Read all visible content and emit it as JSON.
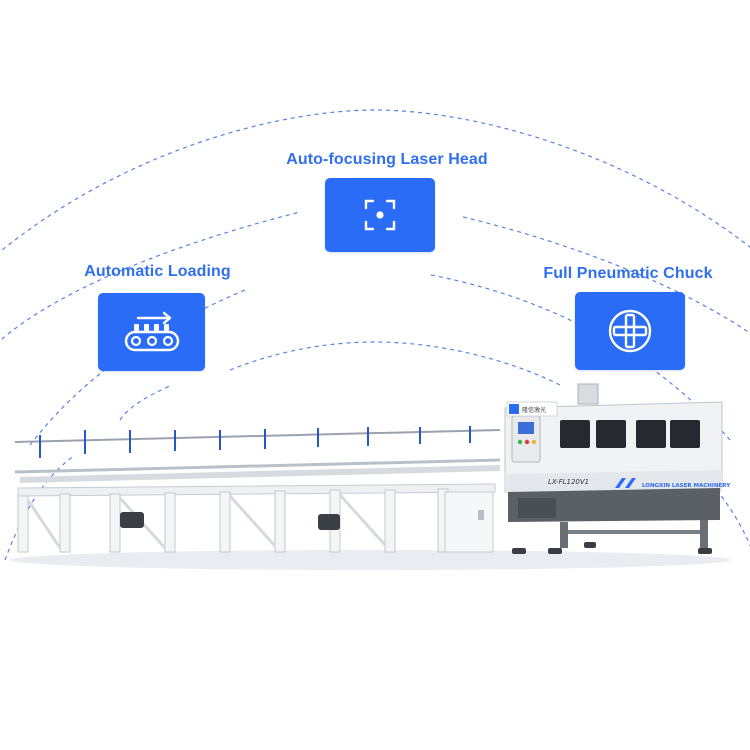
{
  "features": [
    {
      "label": "Auto-focusing Laser Head",
      "icon": "focus-frame-icon"
    },
    {
      "label": "Automatic Loading",
      "icon": "conveyor-loading-icon"
    },
    {
      "label": "Full Pneumatic Chuck",
      "icon": "pneumatic-chuck-icon"
    }
  ],
  "machine": {
    "model_plate": "LX-FL120V1",
    "brand_plate": "LONGXIN LASER MACHINERY",
    "badge_text": "隆信激光"
  },
  "colors": {
    "accent": "#2b6cf6",
    "label": "#2f6ff0",
    "arc": "#3b6fd8",
    "machine_body": "#f1f2f4",
    "machine_base": "#5b5f66"
  }
}
